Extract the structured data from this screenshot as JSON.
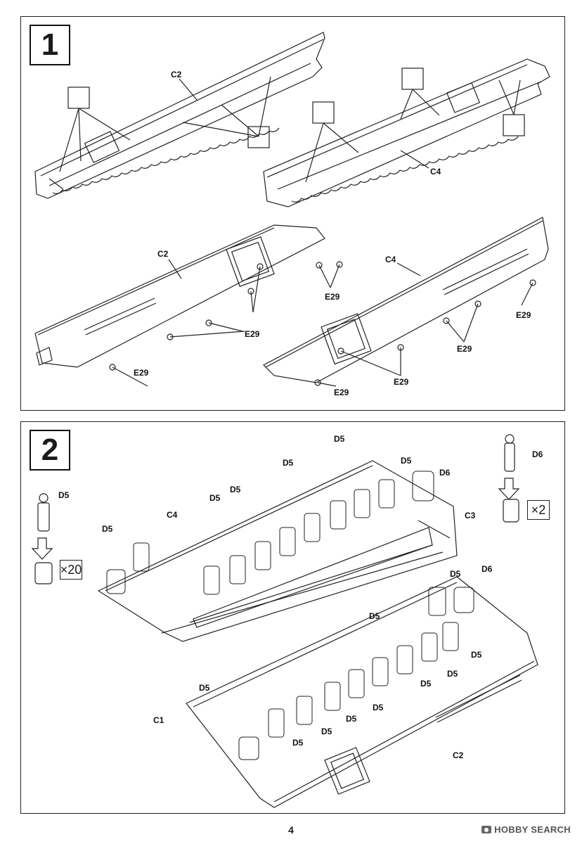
{
  "steps": [
    {
      "number": "1"
    },
    {
      "number": "2"
    }
  ],
  "step1": {
    "labels": {
      "c2_top": "C2",
      "c4_top": "C4",
      "c2_bottom": "C2",
      "c4_bottom": "C4",
      "e29": "E29"
    }
  },
  "step2": {
    "labels": {
      "d5": "D5",
      "d6": "D6",
      "c1": "C1",
      "c2": "C2",
      "c3": "C3",
      "c4": "C4"
    },
    "qty_d5": "×20",
    "qty_d6": "×2"
  },
  "footer": {
    "page_number": "4",
    "watermark": "HOBBY SEARCH"
  }
}
